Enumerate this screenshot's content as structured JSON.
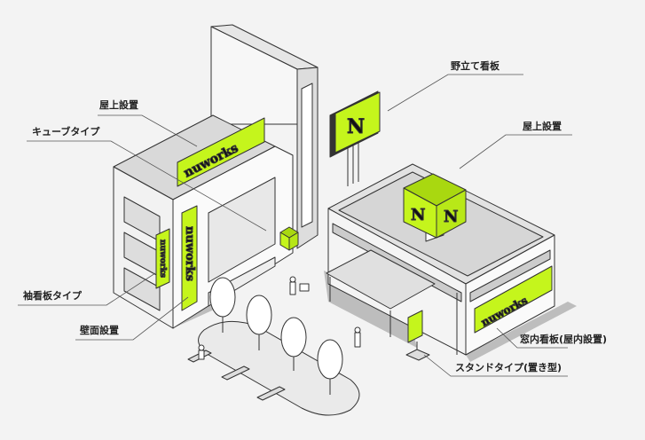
{
  "colors": {
    "accent": "#c5f51c",
    "background": "#f3f3f3",
    "line": "#333333",
    "shadow": "#bdbdbd"
  },
  "brand": {
    "wordmark": "nuworks",
    "monogram": "N"
  },
  "labels": {
    "rooftop_left": "屋上設置",
    "cube_type": "キューブタイプ",
    "projecting_sign": "袖看板タイプ",
    "wall_mounted": "壁面設置",
    "billboard": "野立て看板",
    "rooftop_right": "屋上設置",
    "window_sign": "窓内看板(屋内設置)",
    "stand_type": "スタンドタイプ(置き型)"
  }
}
